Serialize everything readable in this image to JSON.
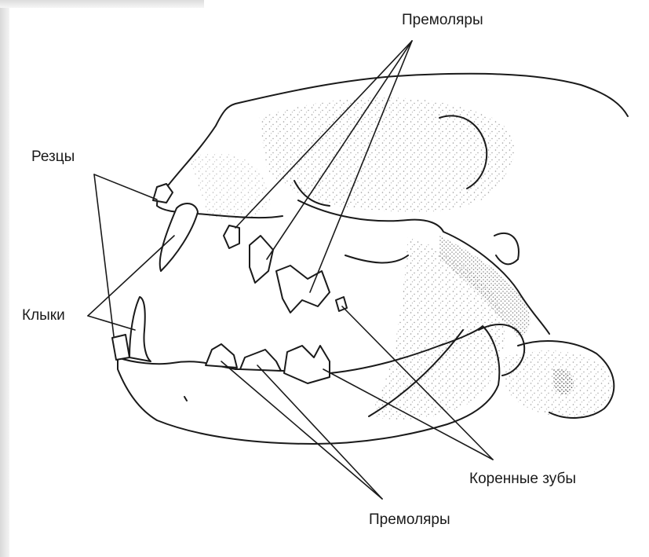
{
  "labels": {
    "premolars_top": "Премоляры",
    "incisors": "Резцы",
    "canines": "Клыки",
    "molars": "Коренные зубы",
    "premolars_bottom": "Премоляры"
  },
  "colors": {
    "ink": "#1a1a1a",
    "stipple": "#9a9a9a",
    "background": "#ffffff"
  }
}
